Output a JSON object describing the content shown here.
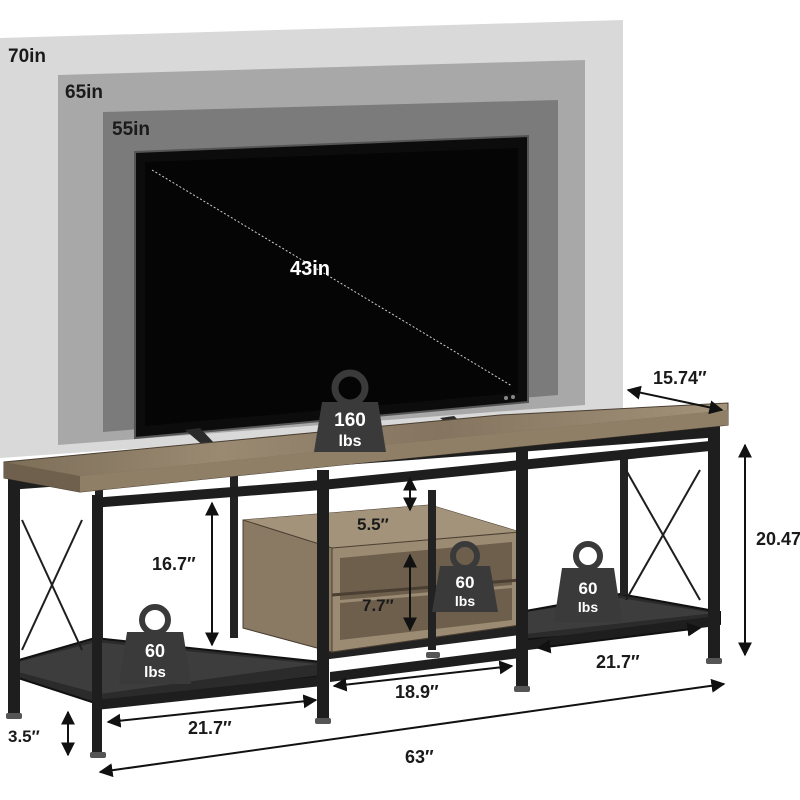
{
  "screen_sizes": [
    "70in",
    "65in",
    "55in",
    "43in"
  ],
  "weights": {
    "top": {
      "value": "160",
      "unit": "lbs"
    },
    "left_shelf": {
      "value": "60",
      "unit": "lbs"
    },
    "center_shelf": {
      "value": "60",
      "unit": "lbs"
    },
    "right_shelf": {
      "value": "60",
      "unit": "lbs"
    }
  },
  "dimensions": {
    "depth": "15.74″",
    "height": "20.47″",
    "side_inner_height": "16.7″",
    "drawer_upper_height": "5.5″",
    "drawer_lower_height": "7.7″",
    "left_shelf_width": "21.7″",
    "center_width": "18.9″",
    "right_shelf_width": "21.7″",
    "foot_height": "3.5″",
    "total_width": "63″"
  },
  "colors": {
    "wood": "#8a7a64",
    "frame": "#1e1e1e",
    "weight_icon": "#3a3a3a"
  }
}
